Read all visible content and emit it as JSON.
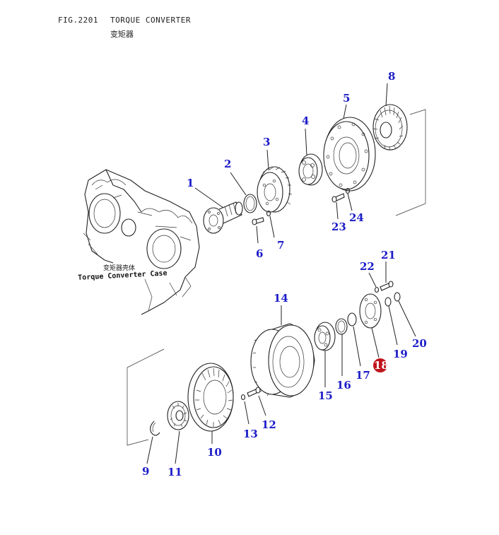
{
  "header": {
    "fig_code": "FIG.2201",
    "title": "TORQUE CONVERTER",
    "title_cn": "变矩器"
  },
  "case_label": {
    "cn": "变矩器壳体",
    "en": "Torque Converter Case"
  },
  "colors": {
    "callout": "#1c1cc8",
    "highlight": "#c0141c",
    "line": "#222222"
  },
  "callouts": [
    {
      "id": "1",
      "label": "1"
    },
    {
      "id": "2",
      "label": "2"
    },
    {
      "id": "3",
      "label": "3"
    },
    {
      "id": "4",
      "label": "4"
    },
    {
      "id": "5",
      "label": "5"
    },
    {
      "id": "6",
      "label": "6"
    },
    {
      "id": "7",
      "label": "7"
    },
    {
      "id": "8",
      "label": "8"
    },
    {
      "id": "9",
      "label": "9"
    },
    {
      "id": "10",
      "label": "10"
    },
    {
      "id": "11",
      "label": "11"
    },
    {
      "id": "12",
      "label": "12"
    },
    {
      "id": "13",
      "label": "13"
    },
    {
      "id": "14",
      "label": "14"
    },
    {
      "id": "15",
      "label": "15"
    },
    {
      "id": "16",
      "label": "16"
    },
    {
      "id": "17",
      "label": "17"
    },
    {
      "id": "18",
      "label": "18",
      "highlighted": true
    },
    {
      "id": "19",
      "label": "19"
    },
    {
      "id": "20",
      "label": "20"
    },
    {
      "id": "21",
      "label": "21"
    },
    {
      "id": "22",
      "label": "22"
    },
    {
      "id": "23",
      "label": "23"
    },
    {
      "id": "24",
      "label": "24"
    }
  ]
}
